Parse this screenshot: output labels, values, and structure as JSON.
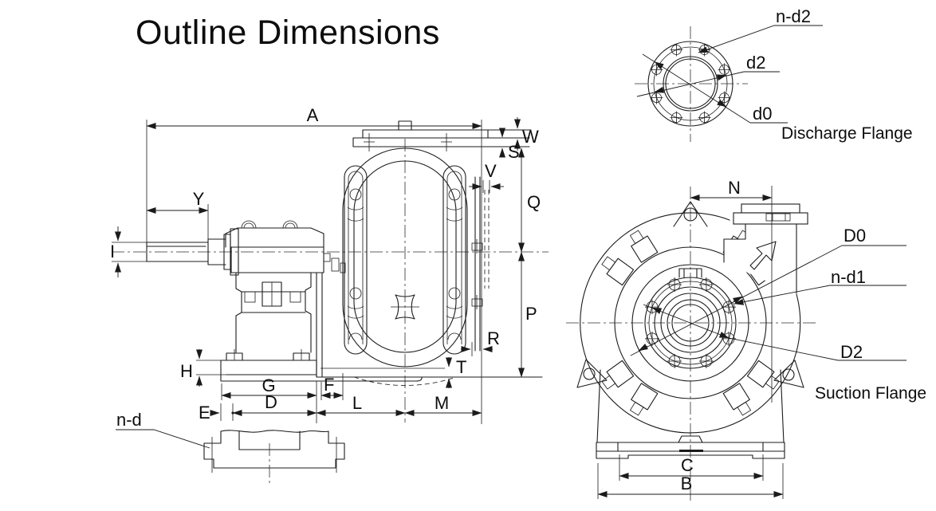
{
  "title": "Outline Dimensions",
  "side_view": {
    "dims": {
      "A": "A",
      "W": "W",
      "S": "S",
      "V": "V",
      "Q": "Q",
      "Y": "Y",
      "I": "I",
      "P": "P",
      "R": "R",
      "T": "T",
      "H": "H",
      "G": "G",
      "F": "F",
      "E": "E",
      "D": "D",
      "L": "L",
      "M": "M",
      "nd": "n-d"
    }
  },
  "front_view": {
    "dims": {
      "N": "N",
      "D0": "D0",
      "nd1": "n-d1",
      "D2": "D2",
      "C": "C",
      "B": "B"
    },
    "caption": "Suction Flange"
  },
  "discharge_flange": {
    "dims": {
      "nd2": "n-d2",
      "d2": "d2",
      "d0": "d0"
    },
    "caption": "Discharge Flange"
  },
  "colors": {
    "line_color": "#1b1b1b",
    "background": "#ffffff"
  }
}
